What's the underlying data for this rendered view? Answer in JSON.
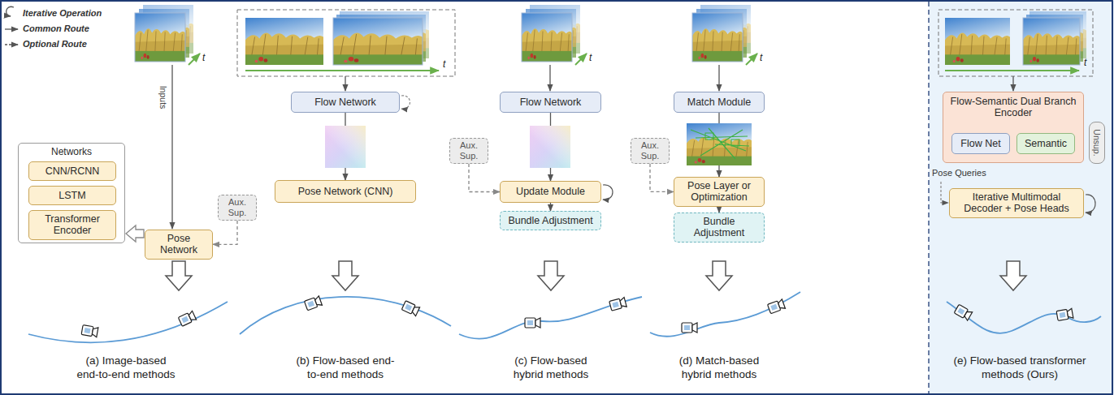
{
  "diagram": {
    "nodes": [
      {
        "text": [
          "Networks"
        ]
      },
      {
        "text": [
          "CNN/RCNN"
        ],
        "in": 0
      },
      {
        "text": [
          "LSTM"
        ],
        "in": 0
      },
      {
        "text": [
          "Transformer Encoder"
        ],
        "in": 0
      },
      {
        "text": [
          "Pose Network"
        ]
      },
      {
        "text": [
          "Aux. Sup."
        ]
      },
      {
        "text": [
          "Flow Network"
        ]
      },
      {
        "text": [
          "Pose Network (CNN)"
        ]
      },
      {
        "text": [
          "Flow Network"
        ]
      },
      {
        "text": [
          "Aux. Sup."
        ]
      },
      {
        "text": [
          "Update Module"
        ]
      },
      {
        "text": [
          "Bundle Adjustment"
        ]
      },
      {
        "text": [
          "Match Module"
        ]
      },
      {
        "text": [
          "Aux. Sup."
        ]
      },
      {
        "text": [
          "Pose Layer or Optimization"
        ]
      },
      {
        "text": [
          "Bundle Adjustment"
        ]
      },
      {
        "text": [
          "Flow-Semantic Dual Branch Encoder"
        ]
      },
      {
        "text": [
          "Flow Net"
        ],
        "in": 16
      },
      {
        "text": [
          "Semantic"
        ],
        "in": 16
      },
      {
        "text": [
          "Unsup."
        ]
      },
      {
        "text": [
          "Iterative Multimodal Decoder + Pose Heads"
        ]
      }
    ],
    "edges": [
      {
        "from": 4,
        "to": 0,
        "arrow": "to"
      },
      {
        "from": 5,
        "to": 4,
        "arrow": "to"
      },
      {
        "from": 6,
        "to": 7,
        "arrow": "to"
      },
      {
        "from": 8,
        "to": 10,
        "arrow": "to"
      },
      {
        "from": 9,
        "to": 10,
        "arrow": "to"
      },
      {
        "from": 10,
        "to": 11,
        "arrow": "to"
      },
      {
        "from": 12,
        "to": 14,
        "arrow": "to"
      },
      {
        "from": 13,
        "to": 14,
        "arrow": "to"
      },
      {
        "from": 14,
        "to": 15,
        "arrow": "to"
      },
      {
        "from": 16,
        "to": 20,
        "arrow": "to"
      },
      {
        "from": 19,
        "to": 18,
        "arrow": "to"
      }
    ],
    "labels": [
      "t",
      "Inputs",
      "t",
      "t",
      "t",
      "t",
      "Pose Queries",
      "(a) Image-based end-to-end methods",
      "(b) Flow-based end-to-end methods",
      "(c) Flow-based hybrid methods",
      "(d) Match-based hybrid methods",
      "(e) Flow-based transformer methods (Ours)"
    ],
    "legend": [
      {
        "text": "Iterative Operation"
      },
      {
        "text": "Common Route"
      },
      {
        "text": "Optional Route"
      }
    ]
  }
}
